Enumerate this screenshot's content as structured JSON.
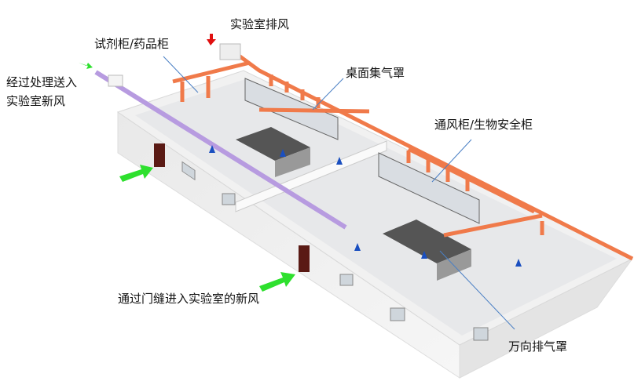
{
  "labels": {
    "lab_exhaust": "实验室排风",
    "reagent_cabinet": "试剂柜/药品柜",
    "treated_air_line1": "经过处理送入",
    "treated_air_line2": "实验室新风",
    "desk_hood": "桌面集气罩",
    "fume_hood": "通风柜/生物安全柜",
    "door_gap_air": "通过门缝进入实验室的新风",
    "universal_hood": "万向排气罩"
  },
  "colors": {
    "exhaust_duct": "#f07a4a",
    "supply_duct": "#b79be0",
    "fresh_air_arrow": "#2ee02e",
    "exhaust_arrow": "#e01010",
    "airflow_arrow": "#1a4fc0",
    "leader_line": "#4a7fc4"
  }
}
